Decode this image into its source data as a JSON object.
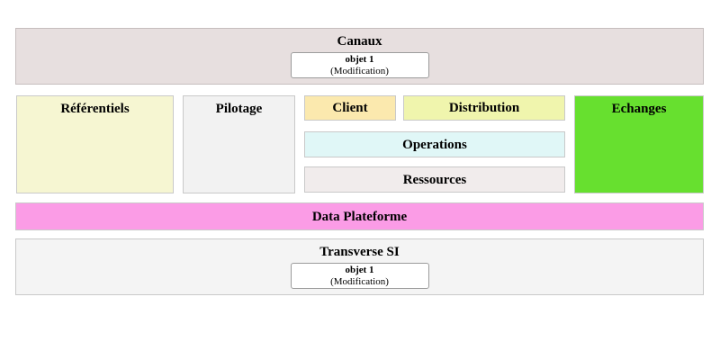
{
  "colors": {
    "canaux_bg": "#e7dfdf",
    "referentiels_bg": "#f6f6d2",
    "pilotage_bg": "#f2f2f2",
    "client_bg": "#fbe9ae",
    "distribution_bg": "#f0f5ad",
    "operations_bg": "#e0f7f7",
    "ressources_bg": "#f1ecec",
    "echanges_bg": "#67e02f",
    "data_plateforme_bg": "#fb9ce6",
    "transverse_bg": "#f4f4f4"
  },
  "blocks": {
    "canaux": {
      "title": "Canaux"
    },
    "referentiels": {
      "title": "Référentiels"
    },
    "pilotage": {
      "title": "Pilotage"
    },
    "client": {
      "title": "Client"
    },
    "distribution": {
      "title": "Distribution"
    },
    "operations": {
      "title": "Operations"
    },
    "ressources": {
      "title": "Ressources"
    },
    "echanges": {
      "title": "Echanges"
    },
    "data_plateforme": {
      "title": "Data Plateforme"
    },
    "transverse_si": {
      "title": "Transverse SI"
    }
  },
  "objects": {
    "canaux_object": {
      "name": "objet 1",
      "subtitle": "(Modification)"
    },
    "transverse_object": {
      "name": "objet 1",
      "subtitle": "(Modification)"
    }
  }
}
